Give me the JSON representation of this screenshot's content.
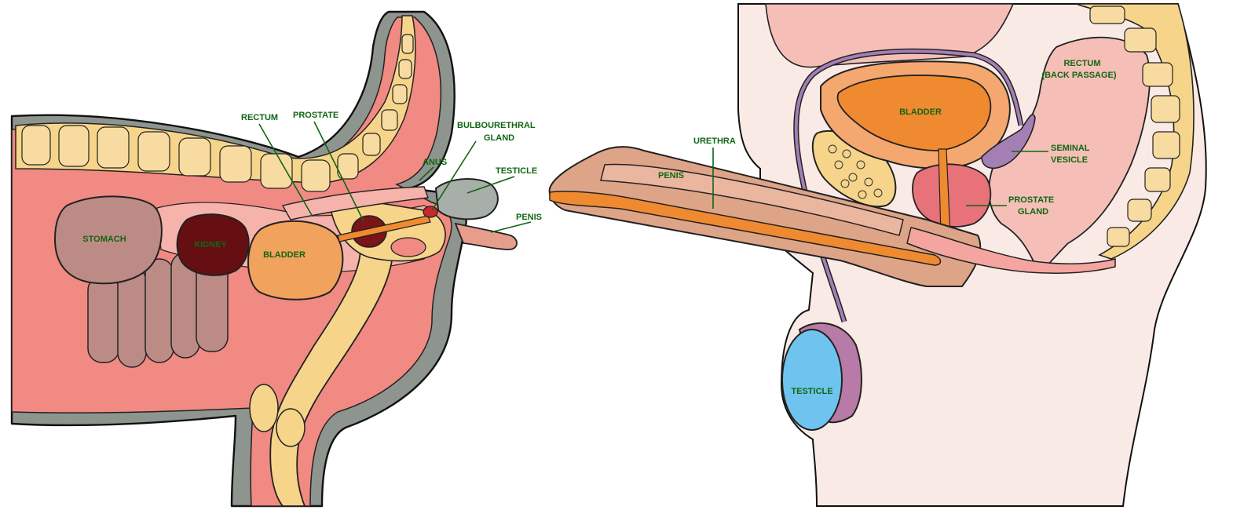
{
  "left_diagram": {
    "labels": {
      "rectum": "RECTUM",
      "prostate": "PROSTATE",
      "bulbourethral_1": "BULBOURETHRAL",
      "bulbourethral_2": "GLAND",
      "anus": "ANUS",
      "testicle": "TESTICLE",
      "penis": "PENIS",
      "stomach": "STOMACH",
      "kidney": "KIDNEY",
      "bladder": "BLADDER"
    }
  },
  "right_diagram": {
    "labels": {
      "urethra": "URETHRA",
      "penis": "PENIS",
      "bladder": "BLADDER",
      "rectum_1": "RECTUM",
      "rectum_2": "(BACK PASSAGE)",
      "seminal_1": "SEMINAL",
      "seminal_2": "VESICLE",
      "prostate_1": "PROSTATE",
      "prostate_2": "GLAND",
      "testicle": "TESTICLE"
    }
  },
  "colors": {
    "label_green": "#116611",
    "skin_grey": "#8e948e",
    "body_pink": "#f08a82",
    "body_light": "#f6b3ab",
    "bone": "#f6d58a",
    "bladder_left": "#f1a25c",
    "bladder_right": "#f08a30",
    "stomach": "#bd8b86",
    "kidney": "#650f12",
    "testicle_right": "#6ec4ee",
    "vas_purple": "#a37fb3",
    "skin_right": "#faeae6"
  }
}
